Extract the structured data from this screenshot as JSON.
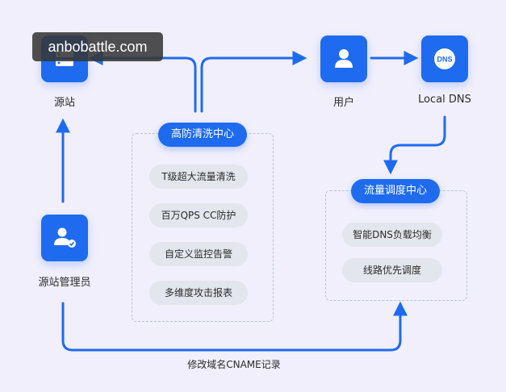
{
  "nodes": {
    "origin": {
      "label": "源站",
      "icon": "server-icon"
    },
    "user": {
      "label": "用户",
      "icon": "user-icon"
    },
    "local_dns": {
      "label": "Local DNS",
      "icon": "dns-icon",
      "icon_text": "DNS"
    },
    "admin": {
      "label": "源站管理员",
      "icon": "admin-user-icon"
    }
  },
  "anti_ddos_center": {
    "title": "高防清洗中心",
    "features": [
      "T级超大流量清洗",
      "百万QPS CC防护",
      "自定义监控告警",
      "多维度攻击报表"
    ]
  },
  "traffic_center": {
    "title": "流量调度中心",
    "features": [
      "智能DNS负载均衡",
      "线路优先调度"
    ]
  },
  "edges": {
    "admin_to_traffic_caption": "修改域名CNAME记录"
  },
  "watermark": "anbobattle.com",
  "colors": {
    "accent": "#1e6bf0",
    "background": "#f1effc",
    "pill_gray": "#e3e6ec",
    "dashed_border": "#b9c3d6"
  }
}
